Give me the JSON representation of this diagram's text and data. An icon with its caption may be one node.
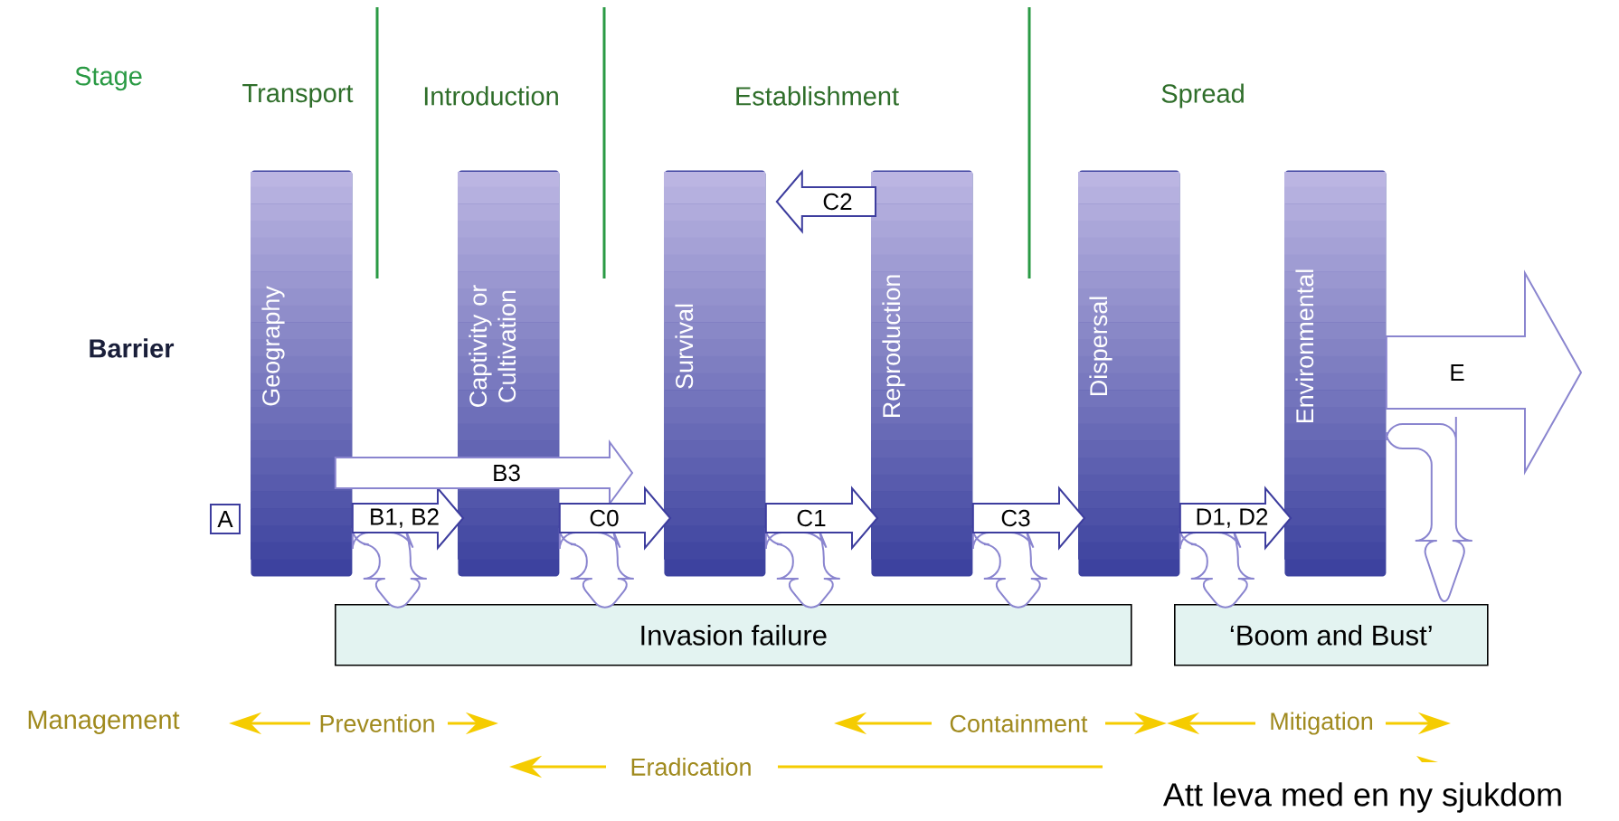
{
  "diagram": {
    "nodes": [
      {
        "text": [
          "Geography"
        ]
      },
      {
        "text": [
          "Captivity or Cultivation"
        ]
      },
      {
        "text": [
          "Survival"
        ]
      },
      {
        "text": [
          "Reproduction"
        ]
      },
      {
        "text": [
          "Dispersal"
        ]
      },
      {
        "text": [
          "Environmental"
        ]
      },
      {
        "text": [
          "A"
        ]
      },
      {
        "text": [
          "Invasion failure"
        ]
      },
      {
        "text": [
          "‘Boom and Bust’"
        ]
      }
    ],
    "edges": [
      {
        "from": 0,
        "to": 1,
        "arrow": "to",
        "label": "B1, B2",
        "color": "#3d3d9e"
      },
      {
        "from": 0,
        "to": 2,
        "arrow": "to",
        "label": "B3"
      },
      {
        "from": 1,
        "to": 2,
        "arrow": "to",
        "label": "C0",
        "color": "#3d3d9e"
      },
      {
        "from": 2,
        "to": 3,
        "arrow": "to",
        "label": "C1",
        "color": "#3d3d9e"
      },
      {
        "from": 3,
        "to": 2,
        "arrow": "to",
        "label": "C2",
        "color": "#3d3d9e"
      },
      {
        "from": 3,
        "to": 4,
        "arrow": "to",
        "label": "C3",
        "color": "#3d3d9e"
      },
      {
        "from": 4,
        "to": 5,
        "arrow": "to",
        "label": "D1, D2",
        "color": "#3d3d9e"
      },
      {
        "from": 5,
        "to": null,
        "arrow": "to",
        "label": "E"
      },
      {
        "from": 0,
        "to": 7,
        "arrow": "to"
      },
      {
        "from": 1,
        "to": 7,
        "arrow": "to"
      },
      {
        "from": 2,
        "to": 7,
        "arrow": "to"
      },
      {
        "from": 3,
        "to": 7,
        "arrow": "to"
      },
      {
        "from": 4,
        "to": 8,
        "arrow": "to"
      },
      {
        "from": 5,
        "to": 8,
        "arrow": "to"
      }
    ],
    "labels": [
      "Stage",
      "Transport",
      "Introduction",
      "Establishment",
      "Spread",
      "Barrier",
      "Management",
      "Prevention",
      "Containment",
      "Mitigation",
      "Eradication",
      "Att leva med en ny sjukdom"
    ]
  }
}
